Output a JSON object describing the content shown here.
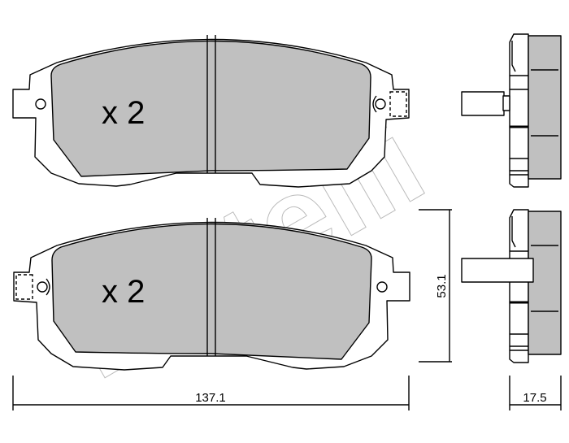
{
  "watermark": "metelli",
  "pads": [
    {
      "quantity_label": "x 2"
    },
    {
      "quantity_label": "x 2"
    }
  ],
  "dimensions": {
    "width": "137.1",
    "height": "53.1",
    "thickness": "17.5"
  },
  "colors": {
    "friction": "#c0c0c0",
    "line": "#000000",
    "watermark": "#bbbbbb"
  }
}
